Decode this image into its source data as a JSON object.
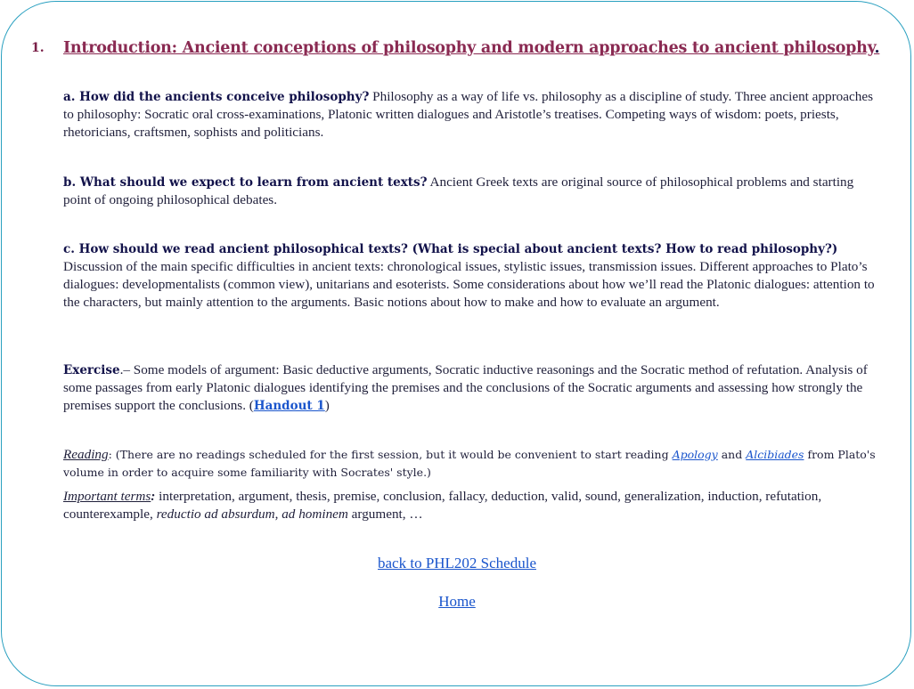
{
  "heading": {
    "number": "1.",
    "title": "Introduction: Ancient conceptions of philosophy and modern approaches to ancient philosophy",
    "trailing": "."
  },
  "section_a": {
    "question": "a. How did the ancients conceive philosophy?",
    "body": " Philosophy as a way of life vs. philosophy as a discipline of study. Three ancient approaches to philosophy: Socratic oral cross-examinations, Platonic written dialogues and Aristotle’s treatises. Competing ways of wisdom: poets, priests, rhetoricians, craftsmen, sophists and politicians."
  },
  "section_b": {
    "question": "b. What should we expect to learn from ancient texts?",
    "body": " Ancient Greek texts are original source of philosophical problems and starting point of ongoing philosophical debates."
  },
  "section_c": {
    "question": "c. How should we read ancient philosophical texts? (What is special about ancient texts? How to read philosophy?)",
    "body": "Discussion of the main specific difficulties in ancient texts: chronological issues, stylistic issues, transmission issues. Different approaches to Plato’s dialogues: developmentalists (common view), unitarians and esoterists. Some considerations about how we’ll read the Platonic dialogues: attention to the characters, but mainly attention to the arguments. Basic notions about how to make and how to evaluate an argument."
  },
  "exercise": {
    "label": "Exercise",
    "body": ".– Some models of argument: Basic deductive arguments, Socratic inductive reasonings and the Socratic method of refutation. Analysis of some passages from early Platonic dialogues identifying the premises and the conclusions of the Socratic arguments and assessing how strongly the premises support the conclusions. (",
    "handout_link": "Handout 1",
    "close": ")"
  },
  "reading": {
    "label": "Reading",
    "intro": ": (There are no readings scheduled for the first session, but it would be convenient to start reading ",
    "link_apology": "Apology",
    "and": " and ",
    "link_alcibiades": "Alcibiades",
    "outro": " from Plato's volume in order to acquire some familiarity with Socrates' style.)"
  },
  "terms": {
    "label": "Important terms",
    "colon": ":",
    "body_main": " interpretation, argument, thesis, premise, conclusion, fallacy, deduction, valid, sound, generalization, induction, refutation, counterexample, ",
    "italic_1": "reductio ad absurdum",
    "comma": ", ",
    "italic_2": "ad hominem",
    "tail": " argument, …"
  },
  "links": {
    "schedule": "back to PHL202 Schedule",
    "home": "Home"
  },
  "colors": {
    "frame": "#2aa0c0",
    "heading": "#8a2a52",
    "link": "#1a55cc",
    "question": "#12124a"
  }
}
